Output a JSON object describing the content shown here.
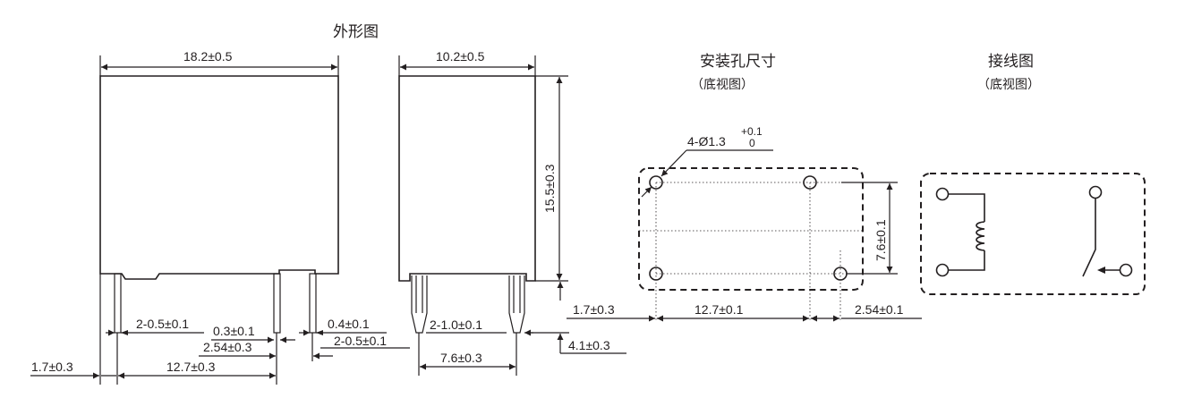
{
  "titles": {
    "outline": "外形图",
    "mounting": "安装孔尺寸",
    "mounting_sub": "（底视图）",
    "wiring": "接线图",
    "wiring_sub": "（底视图）"
  },
  "outline_front": {
    "width": "18.2±0.5",
    "pin_size_left": "2-0.5±0.1",
    "pin_thk": "0.3±0.1",
    "pin_width": "0.4±0.1",
    "pin_spacing": "2.54±0.3",
    "pin_size_right": "2-0.5±0.1",
    "offset": "1.7±0.3",
    "pitch": "12.7±0.3"
  },
  "outline_side": {
    "width": "10.2±0.5",
    "height": "15.5±0.3",
    "pin_size": "2-1.0±0.1",
    "pin_length": "4.1±0.3",
    "pitch": "7.6±0.3"
  },
  "mounting": {
    "hole": "4-Ø1.3",
    "tol_plus": "+0.1",
    "tol_zero": "0",
    "row_pitch": "7.6±0.1",
    "offset": "1.7±0.3",
    "pitch": "12.7±0.1",
    "spacing": "2.54±0.1"
  }
}
